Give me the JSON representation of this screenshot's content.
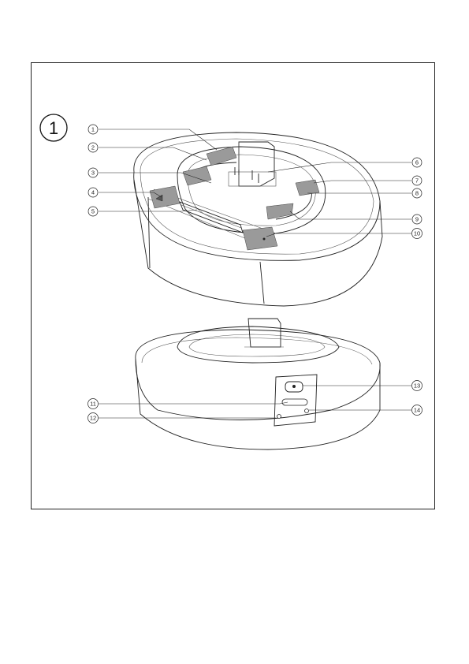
{
  "figure": {
    "number": "1",
    "callouts": [
      {
        "label": "1",
        "side": "left"
      },
      {
        "label": "2",
        "side": "left"
      },
      {
        "label": "3",
        "side": "left"
      },
      {
        "label": "4",
        "side": "left"
      },
      {
        "label": "5",
        "side": "left"
      },
      {
        "label": "6",
        "side": "right"
      },
      {
        "label": "7",
        "side": "right"
      },
      {
        "label": "8",
        "side": "right"
      },
      {
        "label": "9",
        "side": "right"
      },
      {
        "label": "10",
        "side": "right"
      },
      {
        "label": "11",
        "side": "left"
      },
      {
        "label": "12",
        "side": "left"
      },
      {
        "label": "13",
        "side": "right"
      },
      {
        "label": "14",
        "side": "right"
      }
    ]
  }
}
